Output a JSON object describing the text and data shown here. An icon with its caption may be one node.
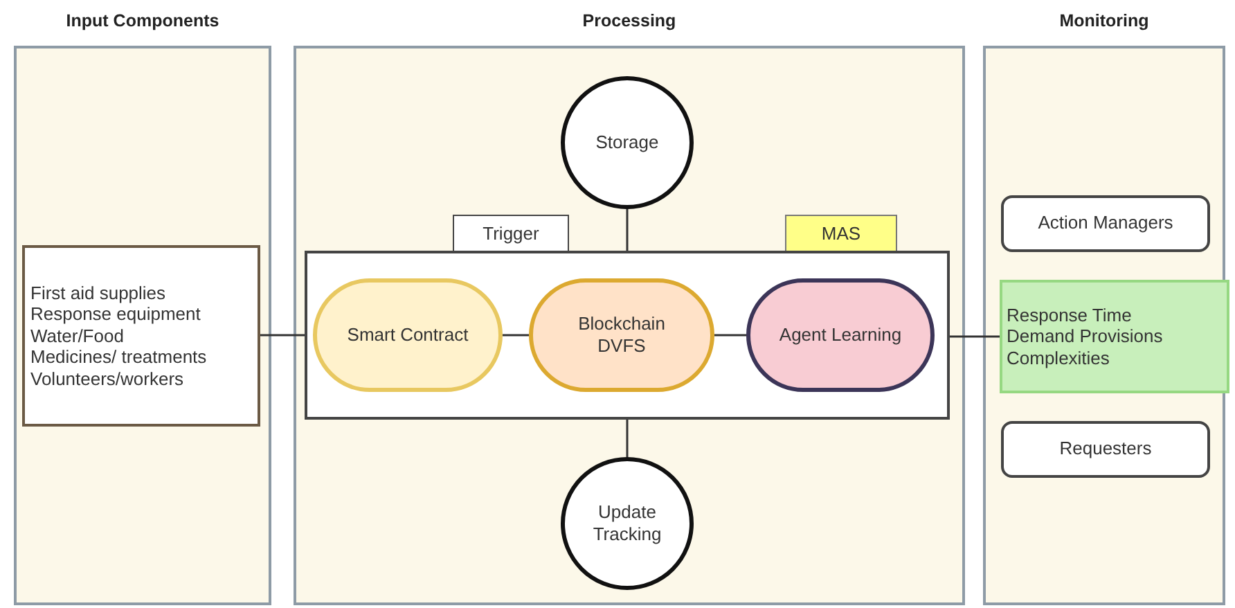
{
  "diagram": {
    "nodes": [
      {
        "text": [
          "Input Components"
        ]
      },
      {
        "text": [
          "First aid supplies Response equipment Water/Food Medicines/ treatments Volunteers/workers"
        ],
        "in": 0
      },
      {
        "text": [
          "Processing"
        ]
      },
      {
        "text": [
          "Storage"
        ],
        "in": 2
      },
      {
        "text": [
          "Trigger"
        ],
        "in": 2
      },
      {
        "text": [
          "MAS"
        ],
        "in": 2
      },
      {
        "text": [],
        "shape": "box",
        "in": 2
      },
      {
        "text": [
          "Smart Contract"
        ],
        "in": 6
      },
      {
        "text": [
          "Blockchain DVFS"
        ],
        "in": 6
      },
      {
        "text": [
          "Agent Learning"
        ],
        "in": 6
      },
      {
        "text": [
          "Update Tracking"
        ],
        "in": 2
      },
      {
        "text": [
          "Monitoring"
        ]
      },
      {
        "text": [
          "Action Managers"
        ],
        "in": 11
      },
      {
        "text": [
          "Response Time Demand Provisions Complexities"
        ],
        "in": 11
      },
      {
        "text": [
          "Requesters"
        ],
        "in": 11
      }
    ],
    "edges": [
      {
        "from": 1,
        "to": 6,
        "arrow": "none"
      },
      {
        "from": 3,
        "to": 6,
        "arrow": "none"
      },
      {
        "from": 7,
        "to": 8,
        "arrow": "none"
      },
      {
        "from": 8,
        "to": 9,
        "arrow": "none"
      },
      {
        "from": 6,
        "to": 10,
        "arrow": "none"
      },
      {
        "from": 6,
        "to": 13,
        "arrow": "none"
      }
    ]
  }
}
